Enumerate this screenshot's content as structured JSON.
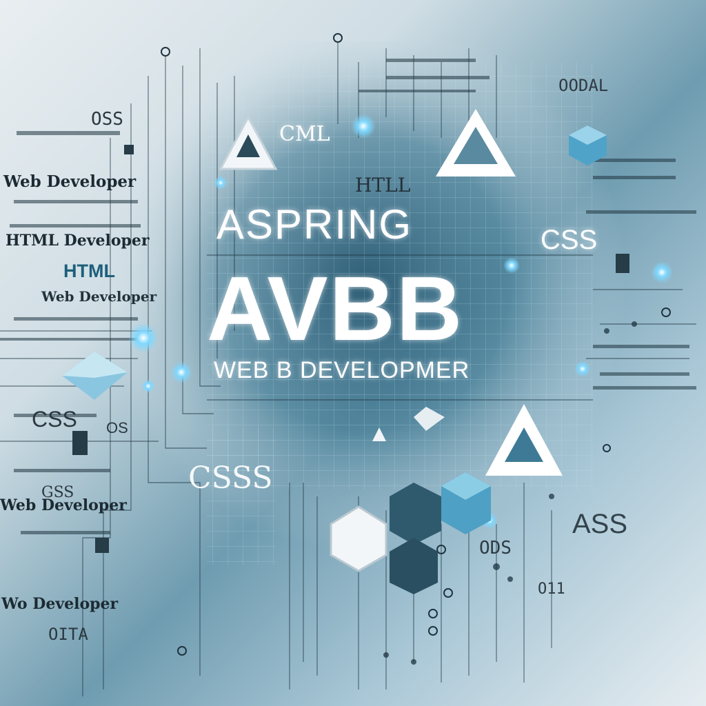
{
  "headline": {
    "top": "ASPRING",
    "main": "AVBB",
    "sub": "WEB B DEVELOPMER"
  },
  "floating_labels": {
    "cml": "CML",
    "htll": "HTLL",
    "css_right": "CSS",
    "csss": "CSSS",
    "ass": "ASS",
    "odal": "OODAL"
  },
  "left_column": {
    "oss": "OSS",
    "web_developer_1": "Web Developer",
    "html_developer": "HTML Developer",
    "html": "HTML",
    "web_developer_2": "Web Developer",
    "css_left": "CSS",
    "os": "OS",
    "gss": "GSS",
    "web_developer_3": "Web Developer",
    "wo_developer": "Wo Developer",
    "oita": "OITA",
    "ods": "ODS",
    "o11": "O11"
  },
  "colors": {
    "accent_blue": "#4fc3f7",
    "headline_white": "#ffffff",
    "circuit_dark": "#1f3440"
  }
}
